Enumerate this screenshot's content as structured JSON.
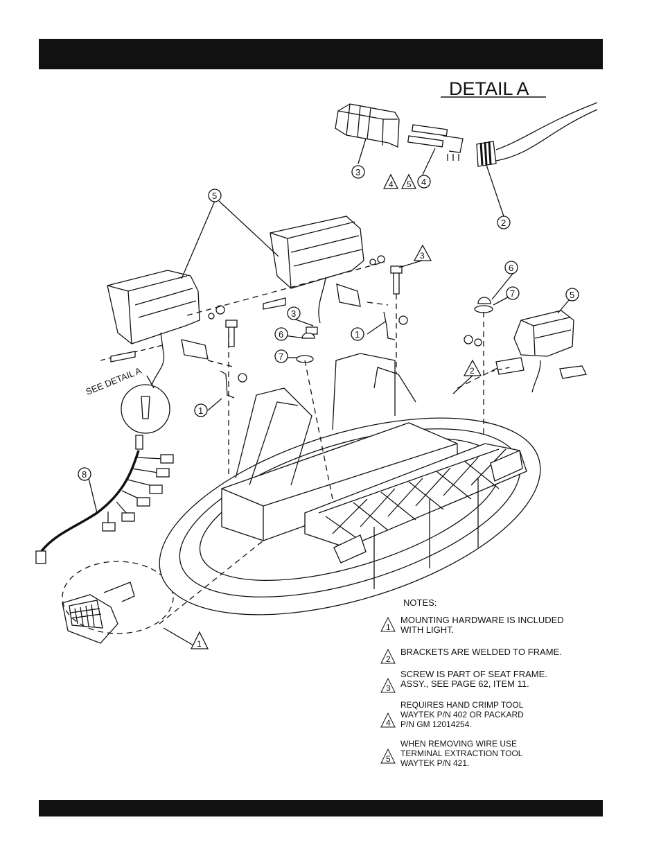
{
  "detail_title": "DETAIL A",
  "see_detail_label": "SEE DETAIL A",
  "callouts": {
    "c1": "1",
    "c2": "2",
    "c3": "3",
    "c4": "4",
    "c5": "5",
    "c6": "6",
    "c7": "7",
    "c8": "8"
  },
  "notes": {
    "title": "NOTES:",
    "items": [
      {
        "num": "1",
        "text": "MOUNTING HARDWARE IS INCLUDED\nWITH LIGHT."
      },
      {
        "num": "2",
        "text": "BRACKETS ARE WELDED TO FRAME."
      },
      {
        "num": "3",
        "text": "SCREW IS PART OF SEAT FRAME.\nASSY., SEE PAGE 62, ITEM 11."
      },
      {
        "num": "4",
        "text": "REQUIRES HAND CRIMP TOOL\nWAYTEK P/N 402 OR PACKARD\nP/N GM 12014254."
      },
      {
        "num": "5",
        "text": "WHEN REMOVING WIRE USE\nTERMINAL EXTRACTION TOOL\n WAYTEK P/N 421."
      }
    ]
  }
}
